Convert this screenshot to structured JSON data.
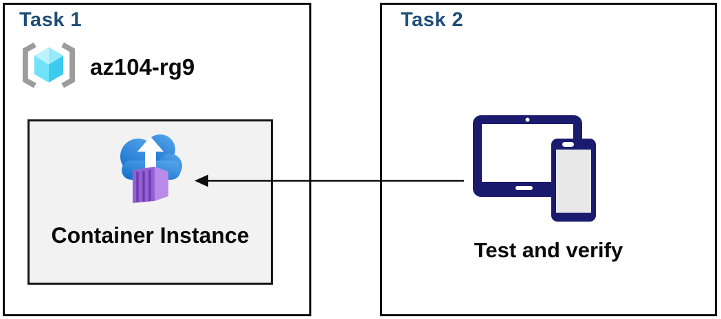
{
  "diagram": {
    "task1": {
      "title": "Task 1",
      "resource_group_name": "az104-rg9",
      "container_card_label": "Container Instance"
    },
    "task2": {
      "title": "Task 2",
      "caption": "Test and verify"
    },
    "icons": {
      "resource_group": "resource-group-icon",
      "container_instance": "container-instance-icon",
      "devices": "tablet-and-phone-icon",
      "arrow": "left-arrow-connector"
    },
    "colors": {
      "task_title_blue": "#1E4E79",
      "box_border": "#0D0D0D",
      "inner_card_bg": "#F2F2F2",
      "device_navy": "#1A1A6E",
      "phone_screen_gray": "#E8E8E8",
      "cloud_blue_light": "#5FAAEB",
      "cloud_blue_dark": "#1470CE",
      "container_purple_front": "#9660D4",
      "container_purple_side": "#B98BE9",
      "container_purple_top": "#C9A6F0",
      "container_rib_dark": "#6B3CAD",
      "cube_cyan_light": "#BDF2FC",
      "cube_cyan_mid": "#70E3FA",
      "cube_cyan_dark": "#3ACBEE",
      "bracket_gray": "#9C9C9C"
    }
  }
}
